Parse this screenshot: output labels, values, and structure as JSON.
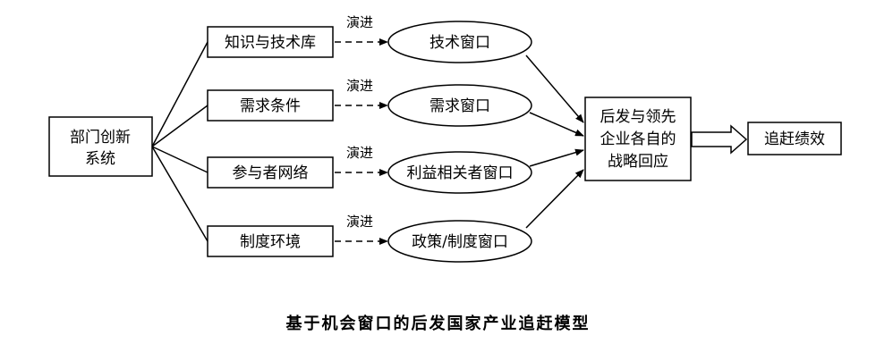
{
  "source_node": {
    "line1": "部门创新",
    "line2": "系统"
  },
  "factors": [
    {
      "label": "知识与技术库"
    },
    {
      "label": "需求条件"
    },
    {
      "label": "参与者网络"
    },
    {
      "label": "制度环境"
    }
  ],
  "edge_label": "演进",
  "windows": [
    {
      "label": "技术窗口"
    },
    {
      "label": "需求窗口"
    },
    {
      "label": "利益相关者窗口"
    },
    {
      "label": "政策/制度窗口"
    }
  ],
  "response_node": {
    "line1": "后发与领先",
    "line2": "企业各自的",
    "line3": "战略回应"
  },
  "outcome_node": {
    "label": "追赶绩效"
  },
  "caption": "基于机会窗口的后发国家产业追赶模型"
}
